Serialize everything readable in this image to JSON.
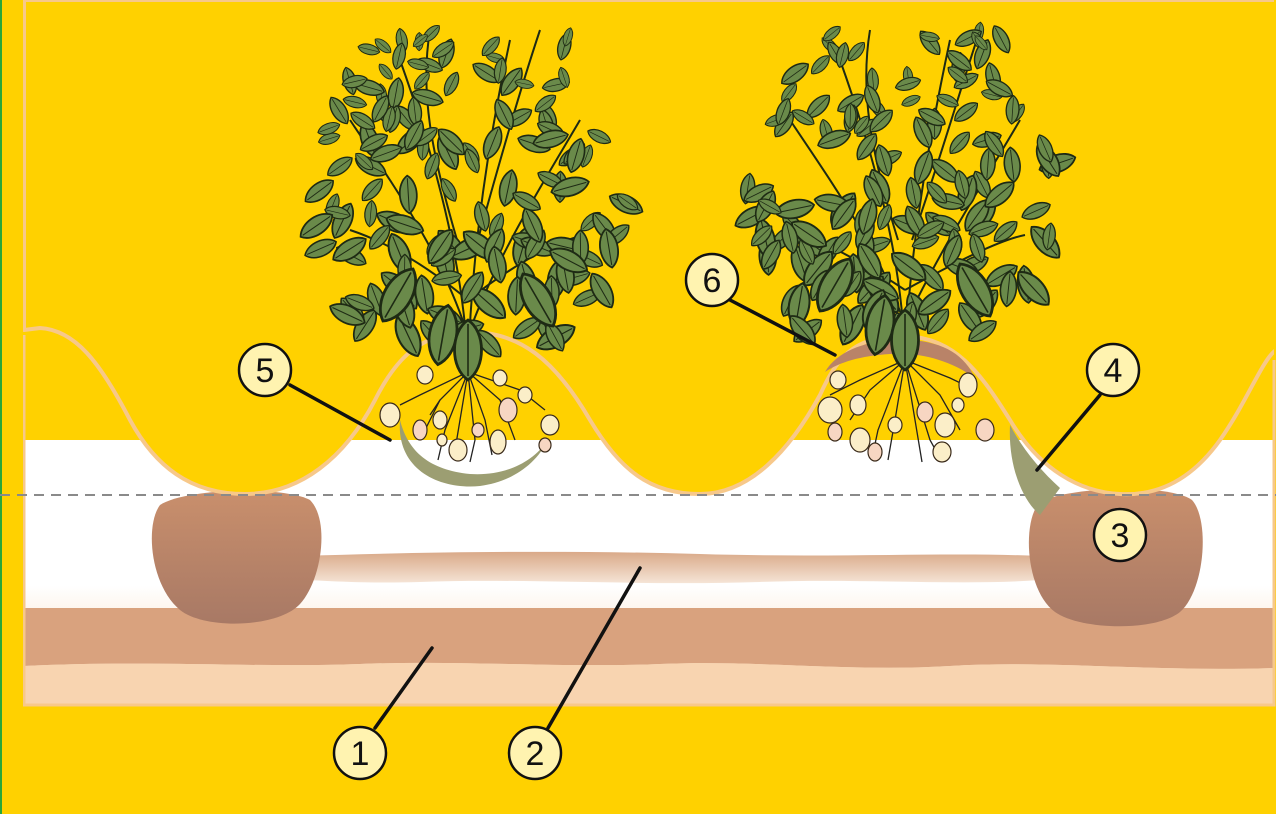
{
  "callouts": [
    {
      "id": "callout-1",
      "number": "1"
    },
    {
      "id": "callout-2",
      "number": "2"
    },
    {
      "id": "callout-3",
      "number": "3"
    },
    {
      "id": "callout-4",
      "number": "4"
    },
    {
      "id": "callout-5",
      "number": "5"
    },
    {
      "id": "callout-6",
      "number": "6"
    }
  ],
  "colors": {
    "background": "#ffd100",
    "soil_surface": "#fffbf5",
    "soil_ridge_outline": "#f7c88a",
    "subsoil_band": "#d9a27e",
    "clay_band": "#e3c2a8",
    "deep_soil": "#f8d4b0",
    "stone": "#b98368",
    "leaf": "#6a8a4a",
    "leaf_dark": "#3a5a2a",
    "tuber": "#fbeec8",
    "tuber_pink": "#f7d6c2",
    "shadow_wedge": "#9c9e72",
    "green_frame": "#2aa63a"
  }
}
